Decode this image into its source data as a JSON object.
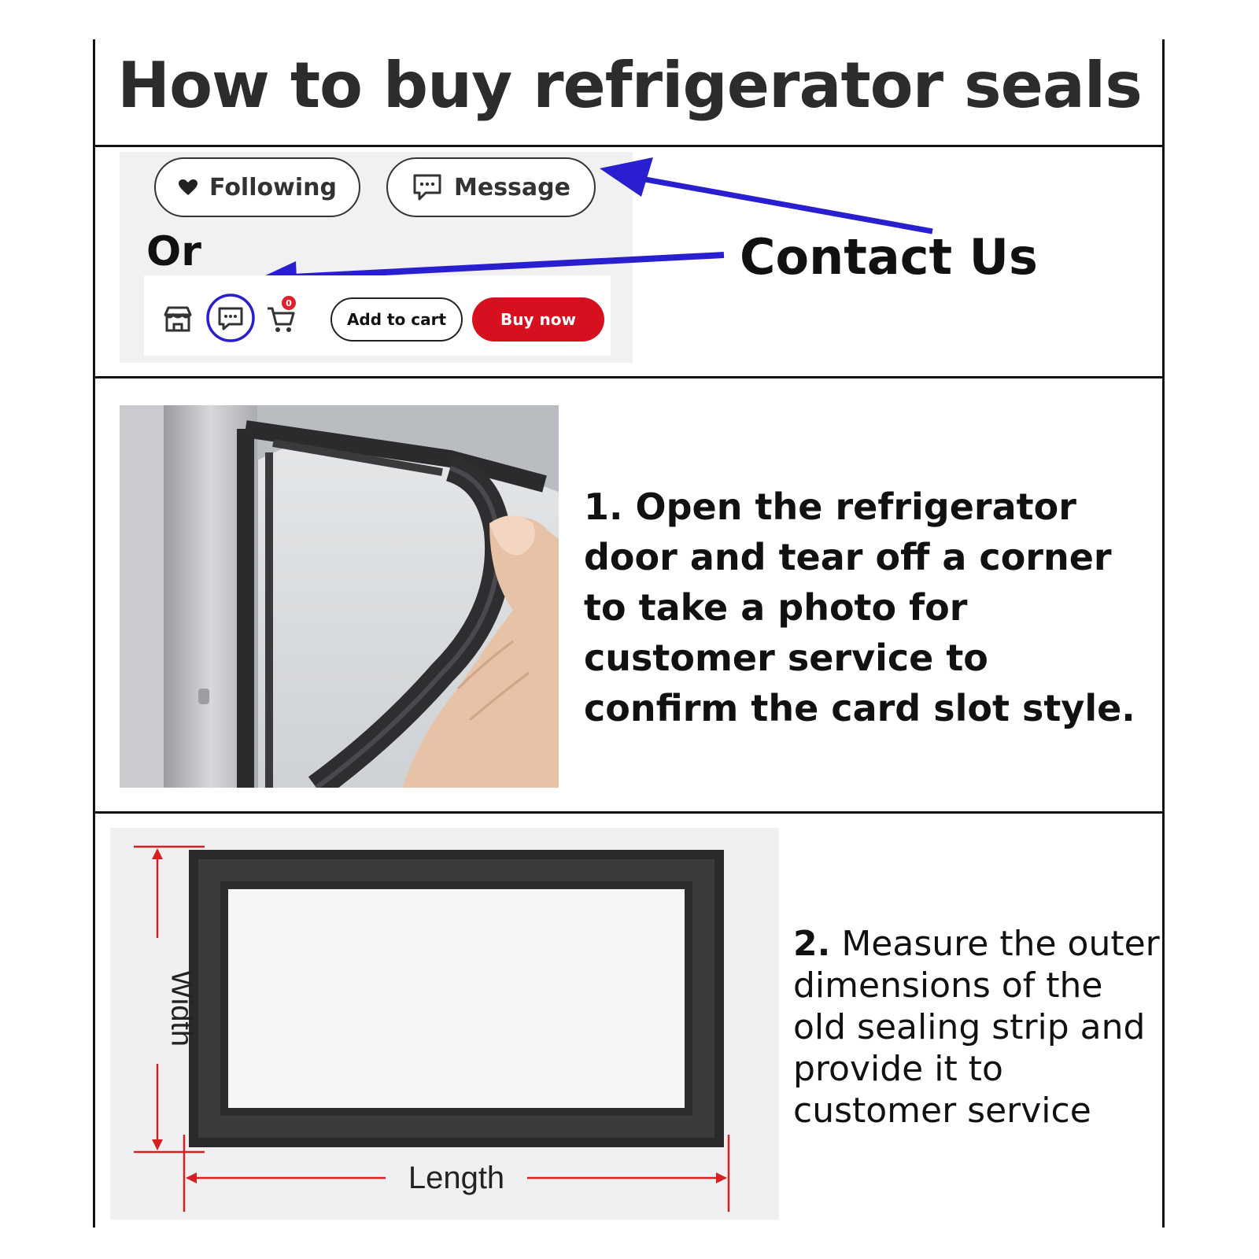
{
  "title": "How to buy refrigerator seals",
  "contact": {
    "following_label": "Following",
    "message_label": "Message",
    "or_label": "Or",
    "contact_label": "Contact Us",
    "add_to_cart_label": "Add to cart",
    "buy_now_label": "Buy now",
    "cart_badge": "0",
    "colors": {
      "arrow": "#2a1fd0",
      "buy_button": "#d7101f"
    }
  },
  "step1": {
    "text": "1. Open the refrigerator door and tear off a corner to take a photo for customer service to confirm the card slot style."
  },
  "step2": {
    "number": "2.",
    "text": "Measure the outer dimensions of the old sealing strip and provide it to customer service",
    "width_label": "Width",
    "length_label": "Length"
  }
}
